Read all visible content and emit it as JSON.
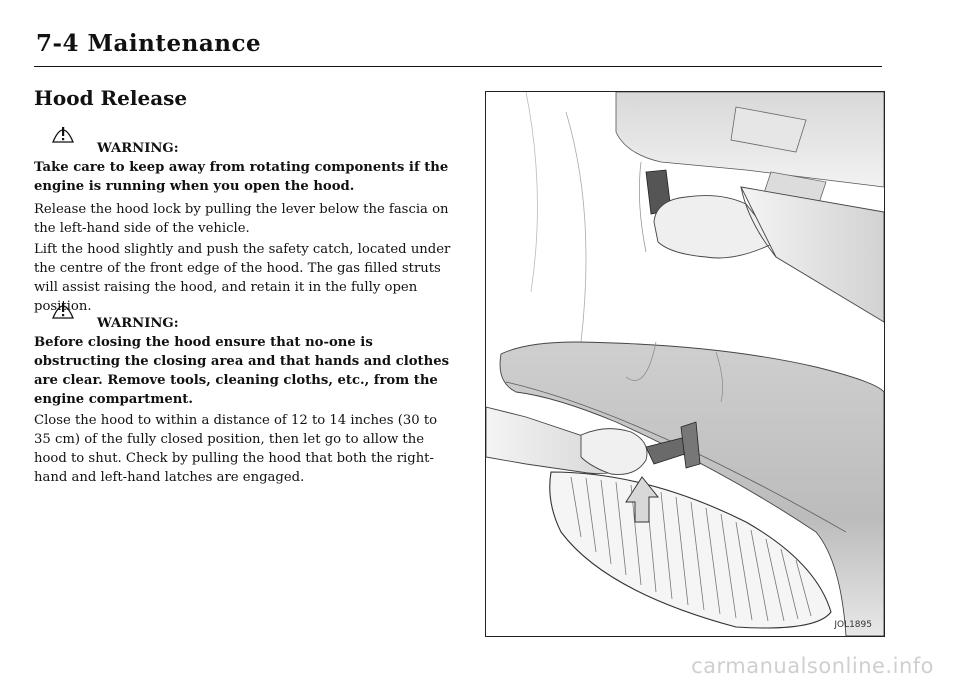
{
  "header": {
    "title": "7-4   Maintenance"
  },
  "section": {
    "title": "Hood Release"
  },
  "warning1": {
    "label": "WARNING:",
    "text": "Take care to keep away from rotating components if the engine is running when you open the hood."
  },
  "para1": "Release the hood lock by pulling the lever below the fascia on the left-hand side of the vehicle.",
  "para2": "Lift the hood slightly and push the safety catch, located under the centre of the front edge of the hood. The gas filled struts will assist raising the hood, and retain it in the fully open position.",
  "warning2": {
    "label": "WARNING:",
    "text": "Before closing the hood ensure that no-one is obstructing the closing area and that hands and clothes are clear. Remove tools, cleaning cloths, etc., from the engine compartment."
  },
  "para3": "Close the hood to within a distance of 12 to 14 inches (30 to 35 cm) of the fully closed position, then let go to allow the hood to shut. Check by pulling the hood that both the right-hand and left-hand latches are engaged.",
  "figure": {
    "code": "JOL1895"
  },
  "watermark": "carmanualsonline.info"
}
